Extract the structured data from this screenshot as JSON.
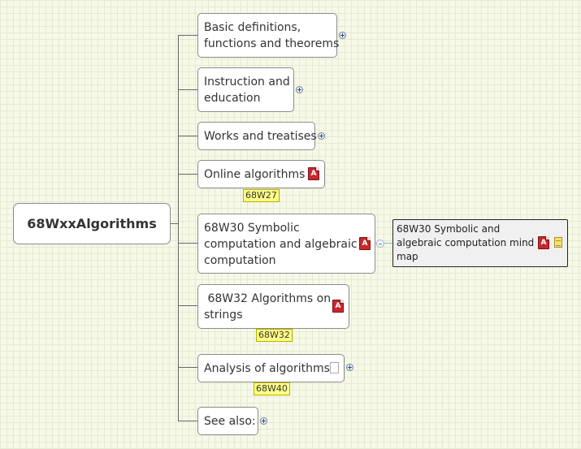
{
  "root": {
    "title": "68WxxAlgorithms"
  },
  "topics": [
    {
      "text": "Basic definitions,\nfunctions and theorems"
    },
    {
      "text": "Instruction and\neducation"
    },
    {
      "text": "Works and treatises"
    },
    {
      "text": "Online algorithms",
      "label": "68W27"
    },
    {
      "text": "68W30 Symbolic\ncomputation and algebraic\ncomputation"
    },
    {
      "text": " 68W32 Algorithms on\nstrings",
      "label": "68W32"
    },
    {
      "text": "Analysis of algorithms",
      "label": "68W40"
    },
    {
      "text": "See also:"
    }
  ],
  "subtopic": {
    "text": "68W30 Symbolic and\nalgebraic computation mind\nmap"
  },
  "icons": {
    "pdf": "pdf-attachment-icon",
    "doc": "document-icon",
    "note": "note-icon",
    "expand": "expand-plus-icon",
    "collapse": "collapse-minus-icon"
  }
}
